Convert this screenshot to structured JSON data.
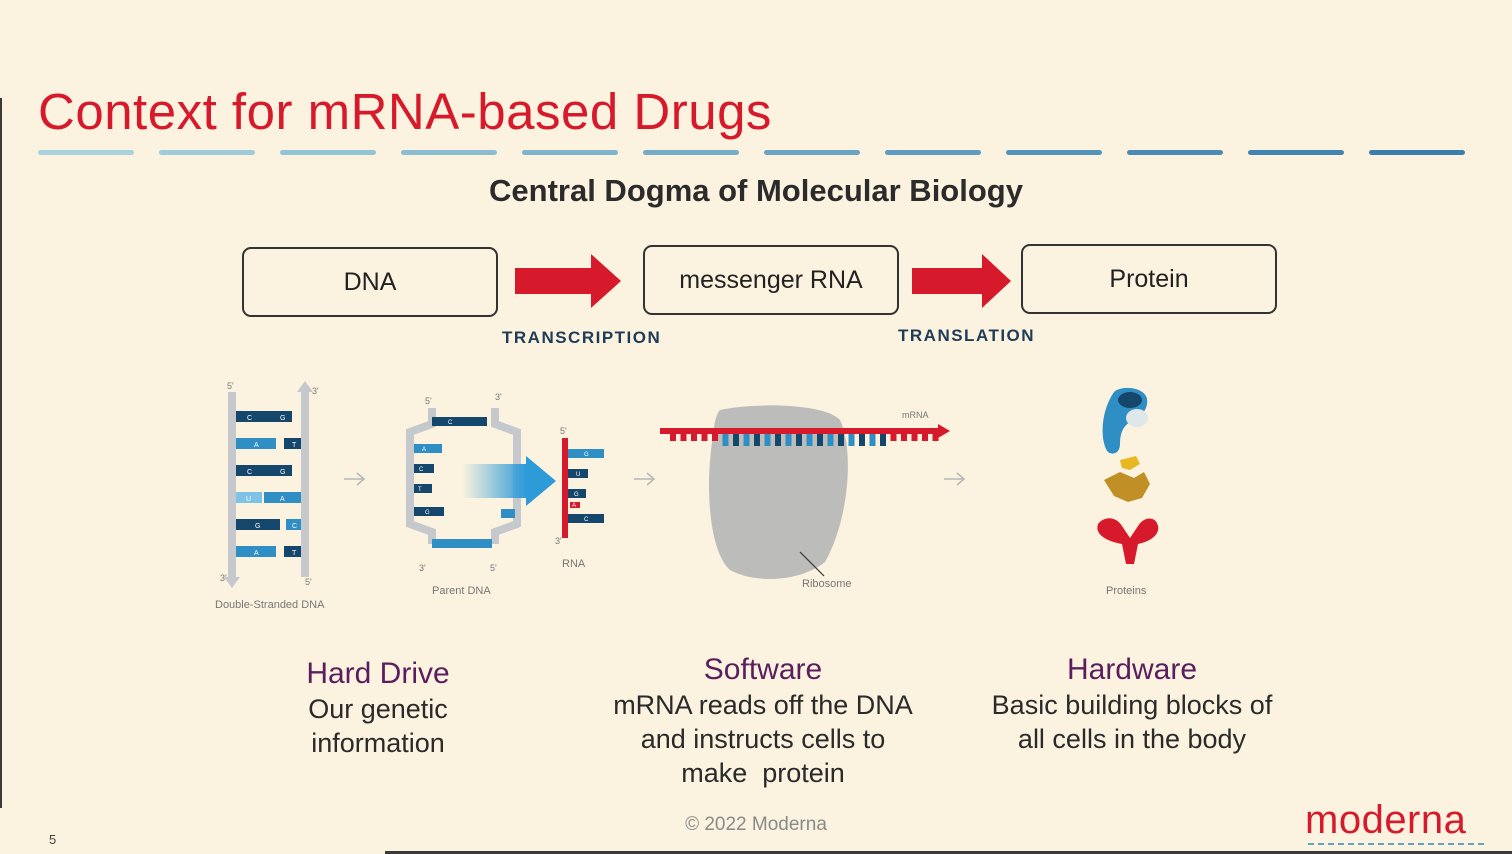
{
  "slide": {
    "title": "Context for mRNA-based Drugs",
    "subtitle": "Central Dogma of Molecular Biology",
    "page_number": "5",
    "footer": "© 2022 Moderna",
    "logo": "moderna"
  },
  "colors": {
    "title_red": "#d71a2b",
    "arrow_red": "#d71a2b",
    "dash_colors": [
      "#a9d2df",
      "#9fcbdb",
      "#95c3d6",
      "#8bbcd2",
      "#7fb4cd",
      "#74acc8",
      "#69a4c3",
      "#5f9cbf",
      "#5594ba",
      "#4b8cb6",
      "#4285b1",
      "#3a7ead"
    ],
    "caption_head_purple": "#5a1d5e",
    "label_navy": "#1f3b58"
  },
  "flow": {
    "boxes": [
      {
        "label": "DNA"
      },
      {
        "label": "messenger RNA"
      },
      {
        "label": "Protein"
      }
    ],
    "processes": [
      {
        "label": "TRANSCRIPTION"
      },
      {
        "label": "TRANSLATION"
      }
    ]
  },
  "illustration": {
    "double_strand": {
      "label": "Double-Stranded DNA",
      "end_top_left": "5'",
      "end_top_right": "3'",
      "end_bottom_left": "3'",
      "end_bottom_right": "5'",
      "bases": [
        [
          "C",
          "G"
        ],
        [
          "A",
          "T"
        ],
        [
          "C",
          "G"
        ],
        [
          "U",
          "A"
        ],
        [
          "G",
          "C"
        ],
        [
          "A",
          "T"
        ]
      ]
    },
    "parent": {
      "label": "Parent DNA",
      "end_top_left": "5'",
      "end_top_right": "3'",
      "end_bottom_left": "3'",
      "end_bottom_right": "5'",
      "bases": [
        "C",
        "A",
        "C",
        "T",
        "G"
      ]
    },
    "rna": {
      "label": "RNA",
      "end_top": "5'",
      "end_bottom": "3'",
      "bases": [
        "G",
        "U",
        "G",
        "A",
        "C"
      ]
    },
    "ribosome": {
      "label": "Ribosome",
      "mrna_label": "mRNA"
    },
    "proteins": {
      "label": "Proteins"
    }
  },
  "captions": [
    {
      "head": "Hard Drive",
      "lines": [
        "Our genetic",
        "information"
      ]
    },
    {
      "head": "Software",
      "lines": [
        "mRNA reads off the DNA",
        "and instructs cells to",
        "make  protein"
      ]
    },
    {
      "head": "Hardware",
      "lines": [
        "Basic building blocks of",
        "all cells in the body"
      ]
    }
  ]
}
